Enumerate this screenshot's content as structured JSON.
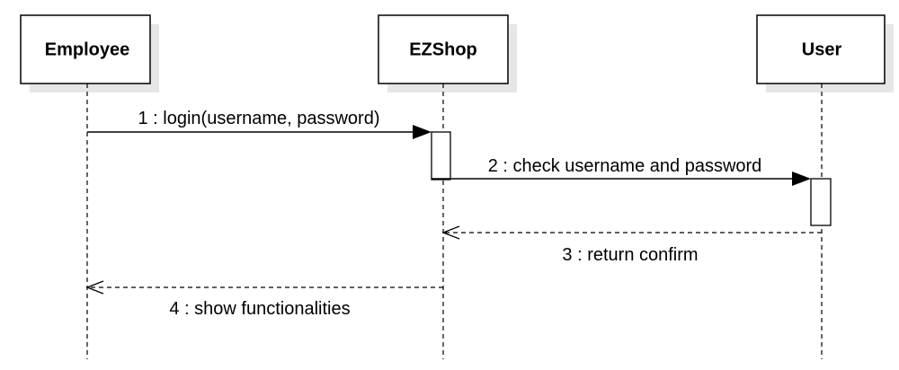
{
  "lifelines": [
    {
      "label": "Employee"
    },
    {
      "label": "EZShop"
    },
    {
      "label": "User"
    }
  ],
  "messages": [
    {
      "label": "1 : login(username, password)",
      "type": "sync"
    },
    {
      "label": "2 : check username and password",
      "type": "sync"
    },
    {
      "label": "3 : return confirm",
      "type": "return"
    },
    {
      "label": "4 : show functionalities",
      "type": "return"
    }
  ],
  "colors": {
    "stroke": "#000000",
    "box_fill": "#ffffff",
    "shadow": "#e6e6e6"
  }
}
